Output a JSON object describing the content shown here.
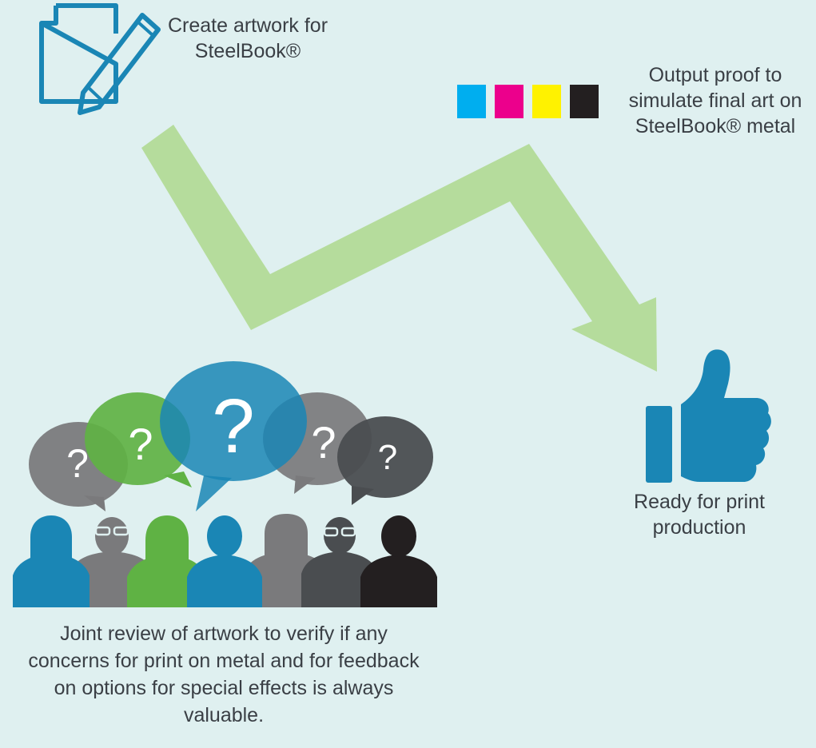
{
  "steps": {
    "create": "Create artwork for SteelBook®",
    "proof": "Output proof to simulate final art on SteelBook® metal",
    "ready": "Ready for print production",
    "review": "Joint review of artwork to verify if any concerns for print on metal and for feedback on options for special effects is always valuable."
  },
  "bubbles": [
    "?",
    "?",
    "?",
    "?",
    "?"
  ],
  "colors": {
    "background": "#dff0f0",
    "arrow": "#b5dc9c",
    "accent_blue": "#1a86b5",
    "green": "#5fb244",
    "gray": "#7a7a7c",
    "dark_gray": "#4a4d50",
    "cmyk": [
      "#00aeef",
      "#ec008c",
      "#fff200",
      "#231f20"
    ]
  },
  "icons": [
    "document-pencil-icon",
    "thumbs-up-icon",
    "speech-bubbles-icon",
    "people-group-icon"
  ]
}
